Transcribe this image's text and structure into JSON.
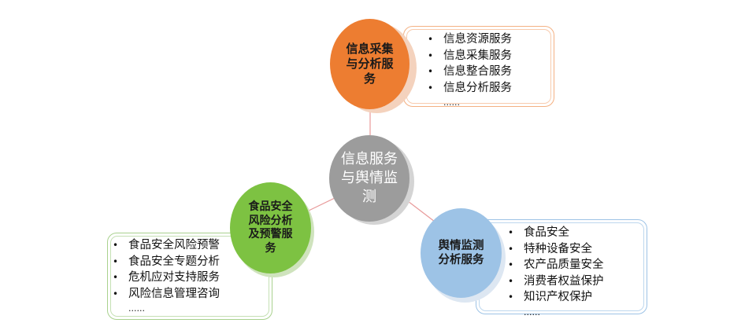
{
  "center": {
    "label": "信息服务与舆情监测",
    "color": "#9c9c9c"
  },
  "nodes": [
    {
      "id": "collect",
      "label": "信息采集与分析服务",
      "color": "#ed7d31",
      "items": [
        "信息资源服务",
        "信息采集服务",
        "信息整合服务",
        "信息分析服务",
        "......"
      ]
    },
    {
      "id": "food",
      "label": "食品安全风险分析及预警服务",
      "color": "#7dc242",
      "items": [
        "食品安全风险预警",
        "食品安全专题分析",
        "危机应对支持服务",
        "风险信息管理咨询",
        "......"
      ]
    },
    {
      "id": "opinion",
      "label": "舆情监测分析服务",
      "color": "#9dc3e6",
      "items": [
        "食品安全",
        "特种设备安全",
        "农产品质量安全",
        "消费者权益保护",
        "知识产权保护",
        "......"
      ]
    }
  ]
}
